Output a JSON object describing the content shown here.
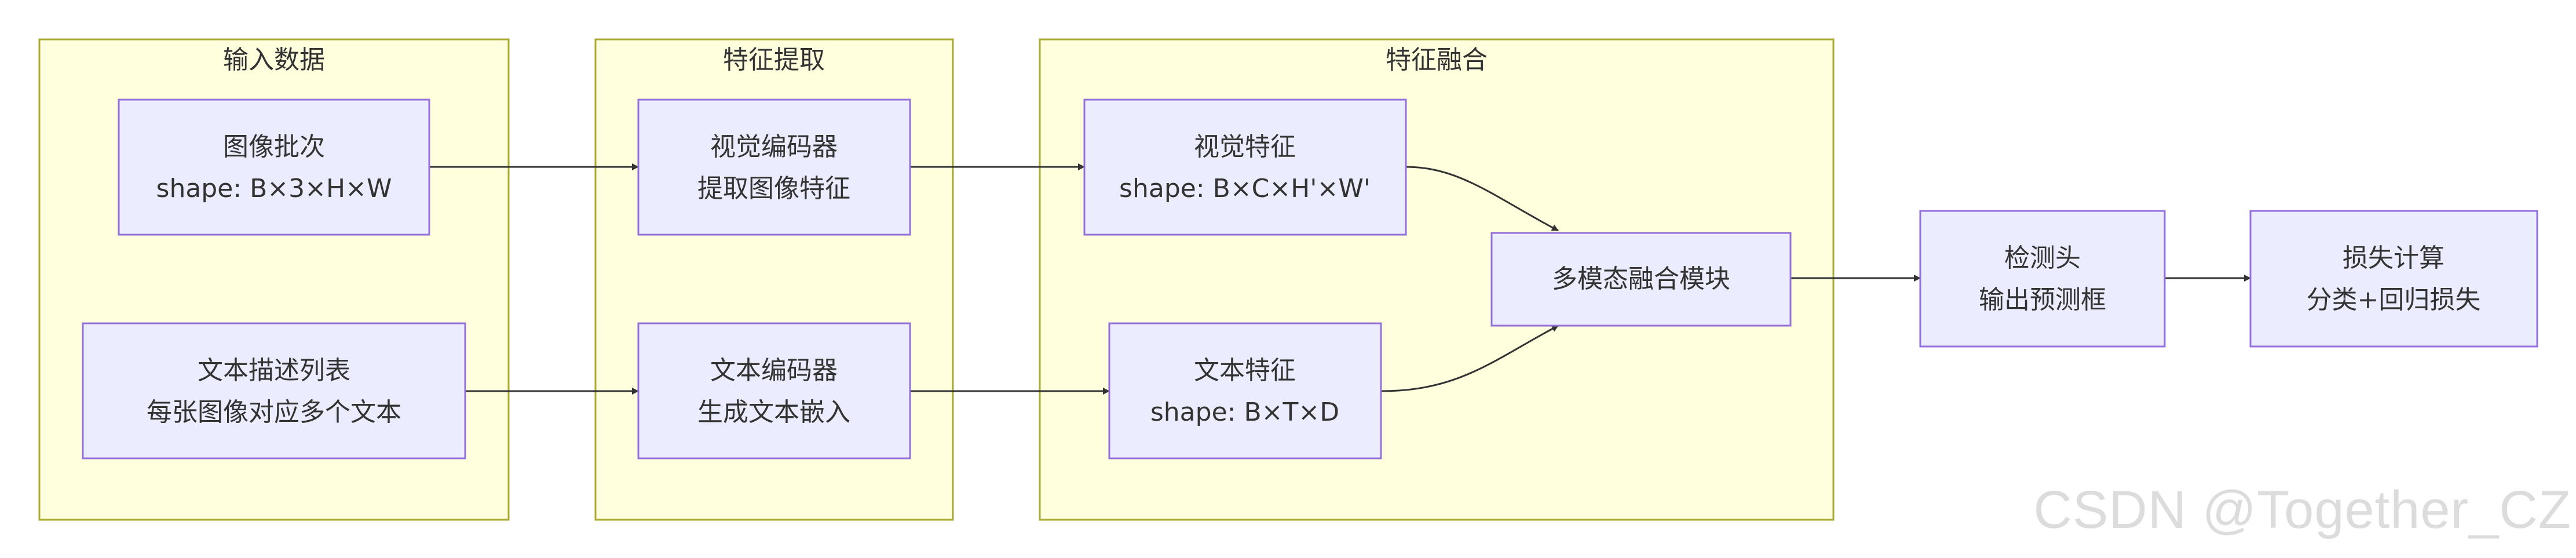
{
  "colors": {
    "group_fill": "#ffffde",
    "group_stroke": "#aaaa33",
    "node_fill": "#ececff",
    "node_stroke": "#9370db",
    "edge": "#333333",
    "text": "#333333"
  },
  "groups": {
    "input": {
      "title": "输入数据"
    },
    "extract": {
      "title": "特征提取"
    },
    "fusion": {
      "title": "特征融合"
    }
  },
  "nodes": {
    "image_batch": {
      "line1": "图像批次",
      "line2": "shape: B×3×H×W"
    },
    "text_list": {
      "line1": "文本描述列表",
      "line2": "每张图像对应多个文本"
    },
    "visual_encoder": {
      "line1": "视觉编码器",
      "line2": "提取图像特征"
    },
    "text_encoder": {
      "line1": "文本编码器",
      "line2": "生成文本嵌入"
    },
    "visual_feature": {
      "line1": "视觉特征",
      "line2": "shape: B×C×H'×W'"
    },
    "text_feature": {
      "line1": "文本特征",
      "line2": "shape: B×T×D"
    },
    "fusion_module": {
      "line1": "多模态融合模块"
    },
    "detection_head": {
      "line1": "检测头",
      "line2": "输出预测框"
    },
    "loss": {
      "line1": "损失计算",
      "line2": "分类+回归损失"
    }
  },
  "watermark": "CSDN @Together_CZ"
}
